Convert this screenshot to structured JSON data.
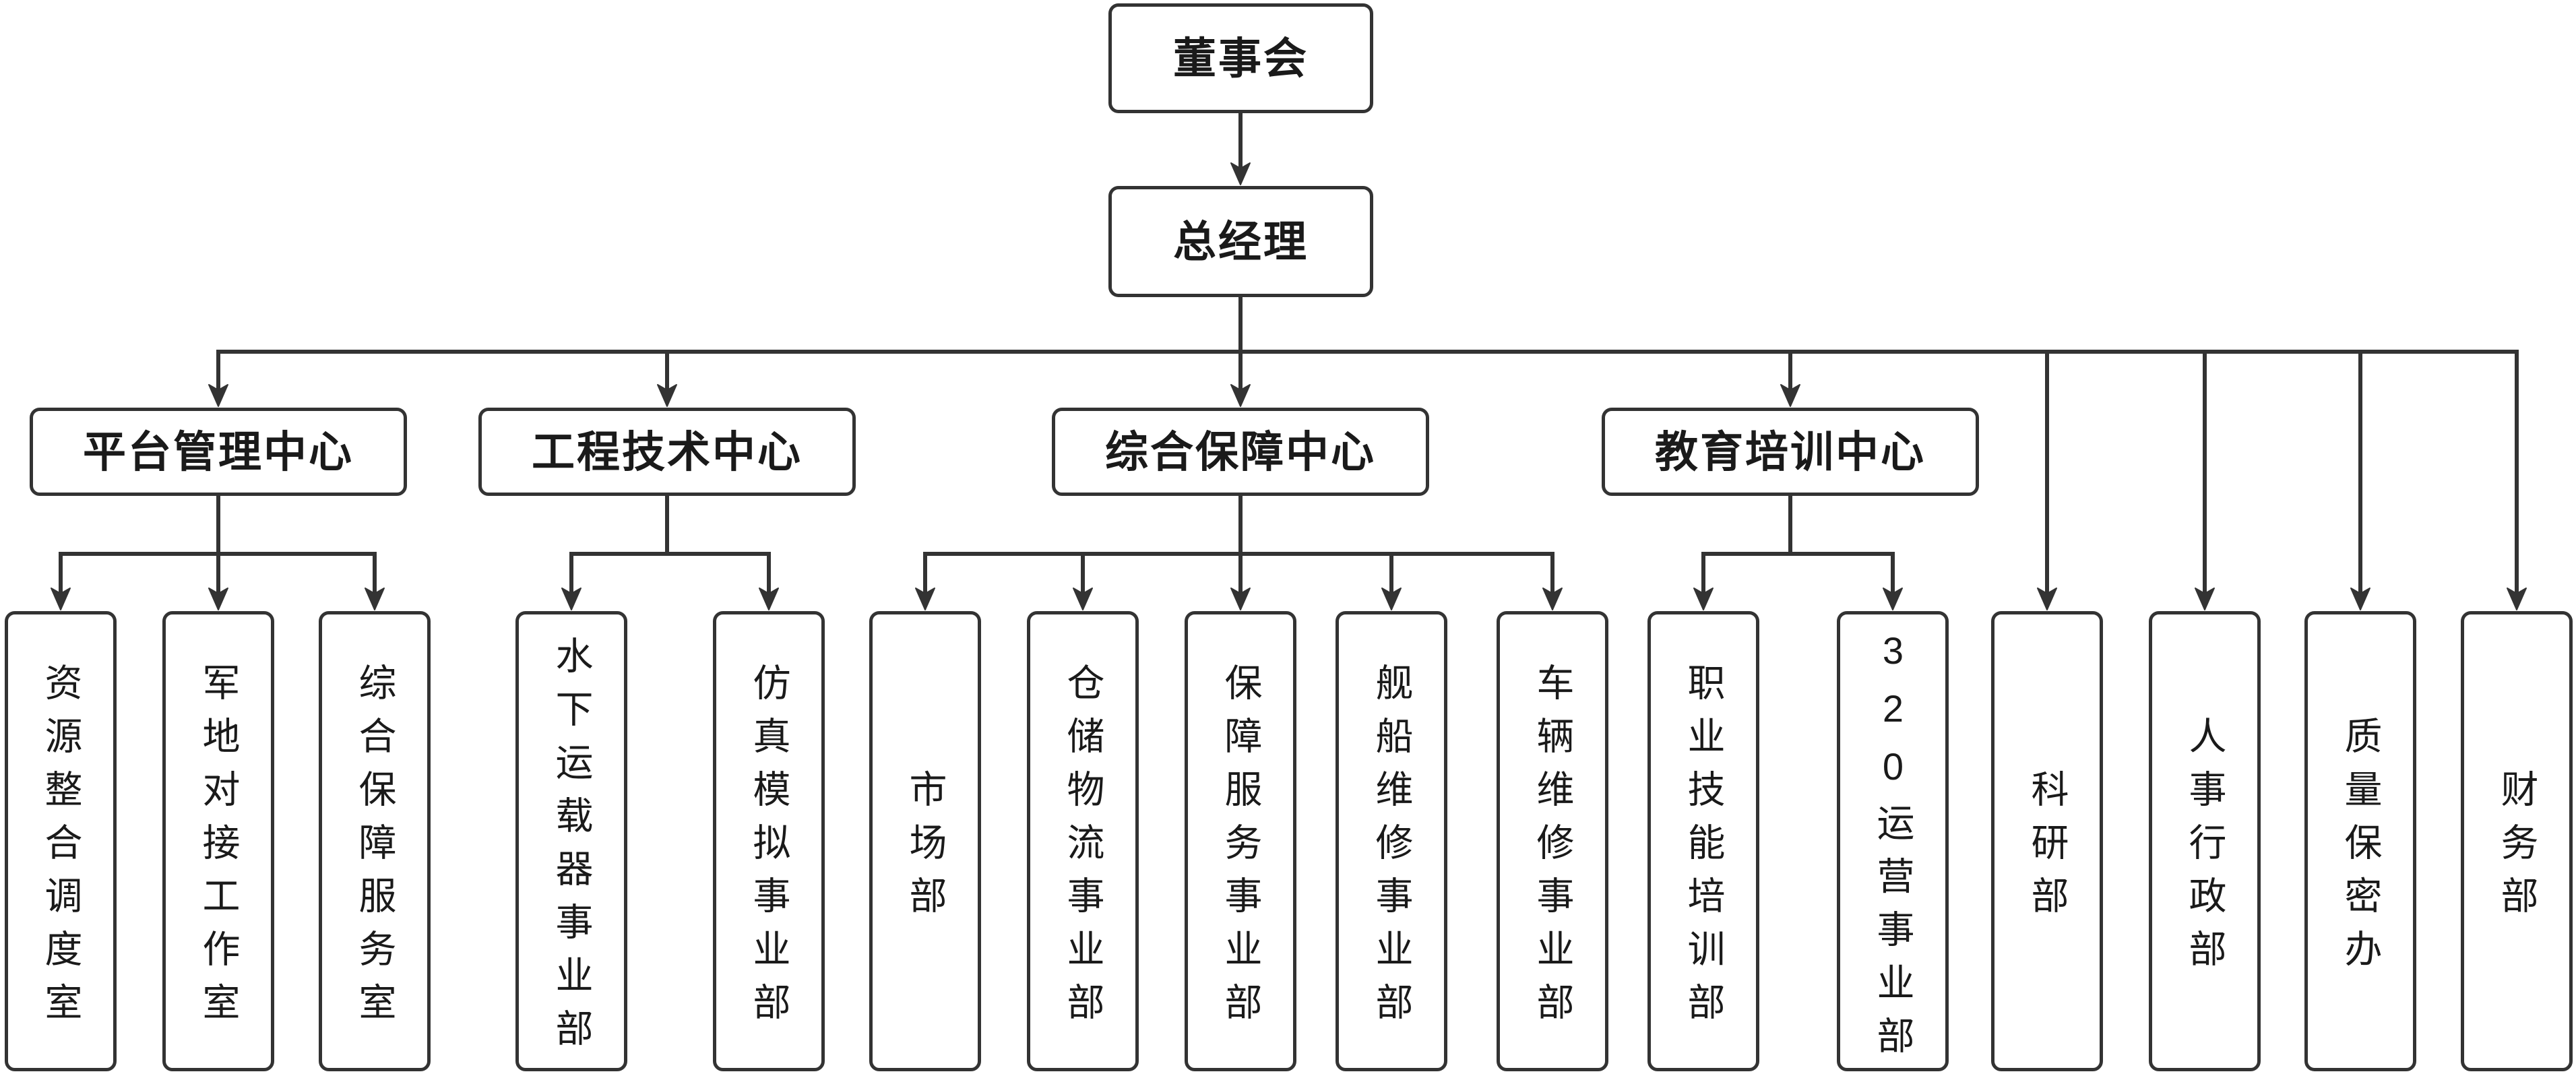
{
  "chart": {
    "board": "董事会",
    "general_manager": "总经理",
    "centers": [
      {
        "name": "平台管理中心",
        "units": [
          "资源整合调度室",
          "军地对接工作室",
          "综合保障服务室"
        ]
      },
      {
        "name": "工程技术中心",
        "units": [
          "水下运载器事业部",
          "仿真模拟事业部"
        ]
      },
      {
        "name": "综合保障中心",
        "units": [
          "市场部",
          "仓储物流事业部",
          "保障服务事业部",
          "舰船维修事业部",
          "车辆维修事业部"
        ]
      },
      {
        "name": "教育培训中心",
        "units": [
          "职业技能培训部",
          "320运营事业部"
        ]
      }
    ],
    "direct_departments": [
      "科研部",
      "人事行政部",
      "质量保密办",
      "财务部"
    ]
  },
  "colors": {
    "line": "#333333",
    "border": "#333333",
    "fill": "#ffffff",
    "text": "#1a1a1a"
  }
}
